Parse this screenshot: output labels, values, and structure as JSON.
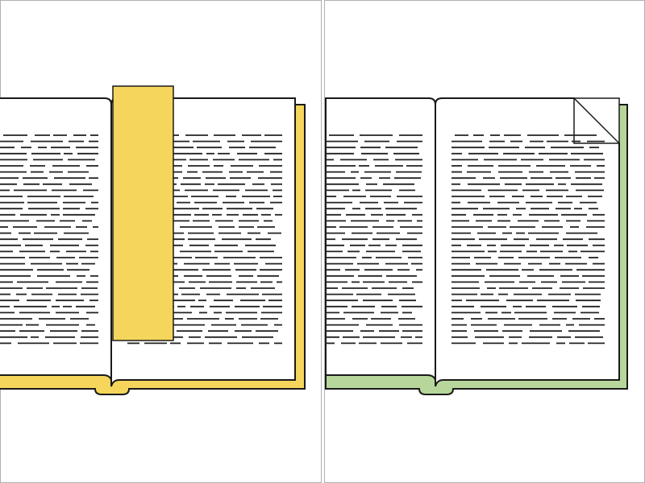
{
  "panels": [
    {
      "id": "bookmark",
      "cover_color": "#f5d55b",
      "bookmark_color": "#f5d55b",
      "marker": "bookmark-ribbon"
    },
    {
      "id": "dog-ear",
      "cover_color": "#b7d69b",
      "marker": "folded-page-corner"
    }
  ],
  "colors": {
    "outline": "#1a1a1a",
    "page": "#ffffff",
    "divider": "#b0b0b0",
    "text_lines": "#222222"
  }
}
